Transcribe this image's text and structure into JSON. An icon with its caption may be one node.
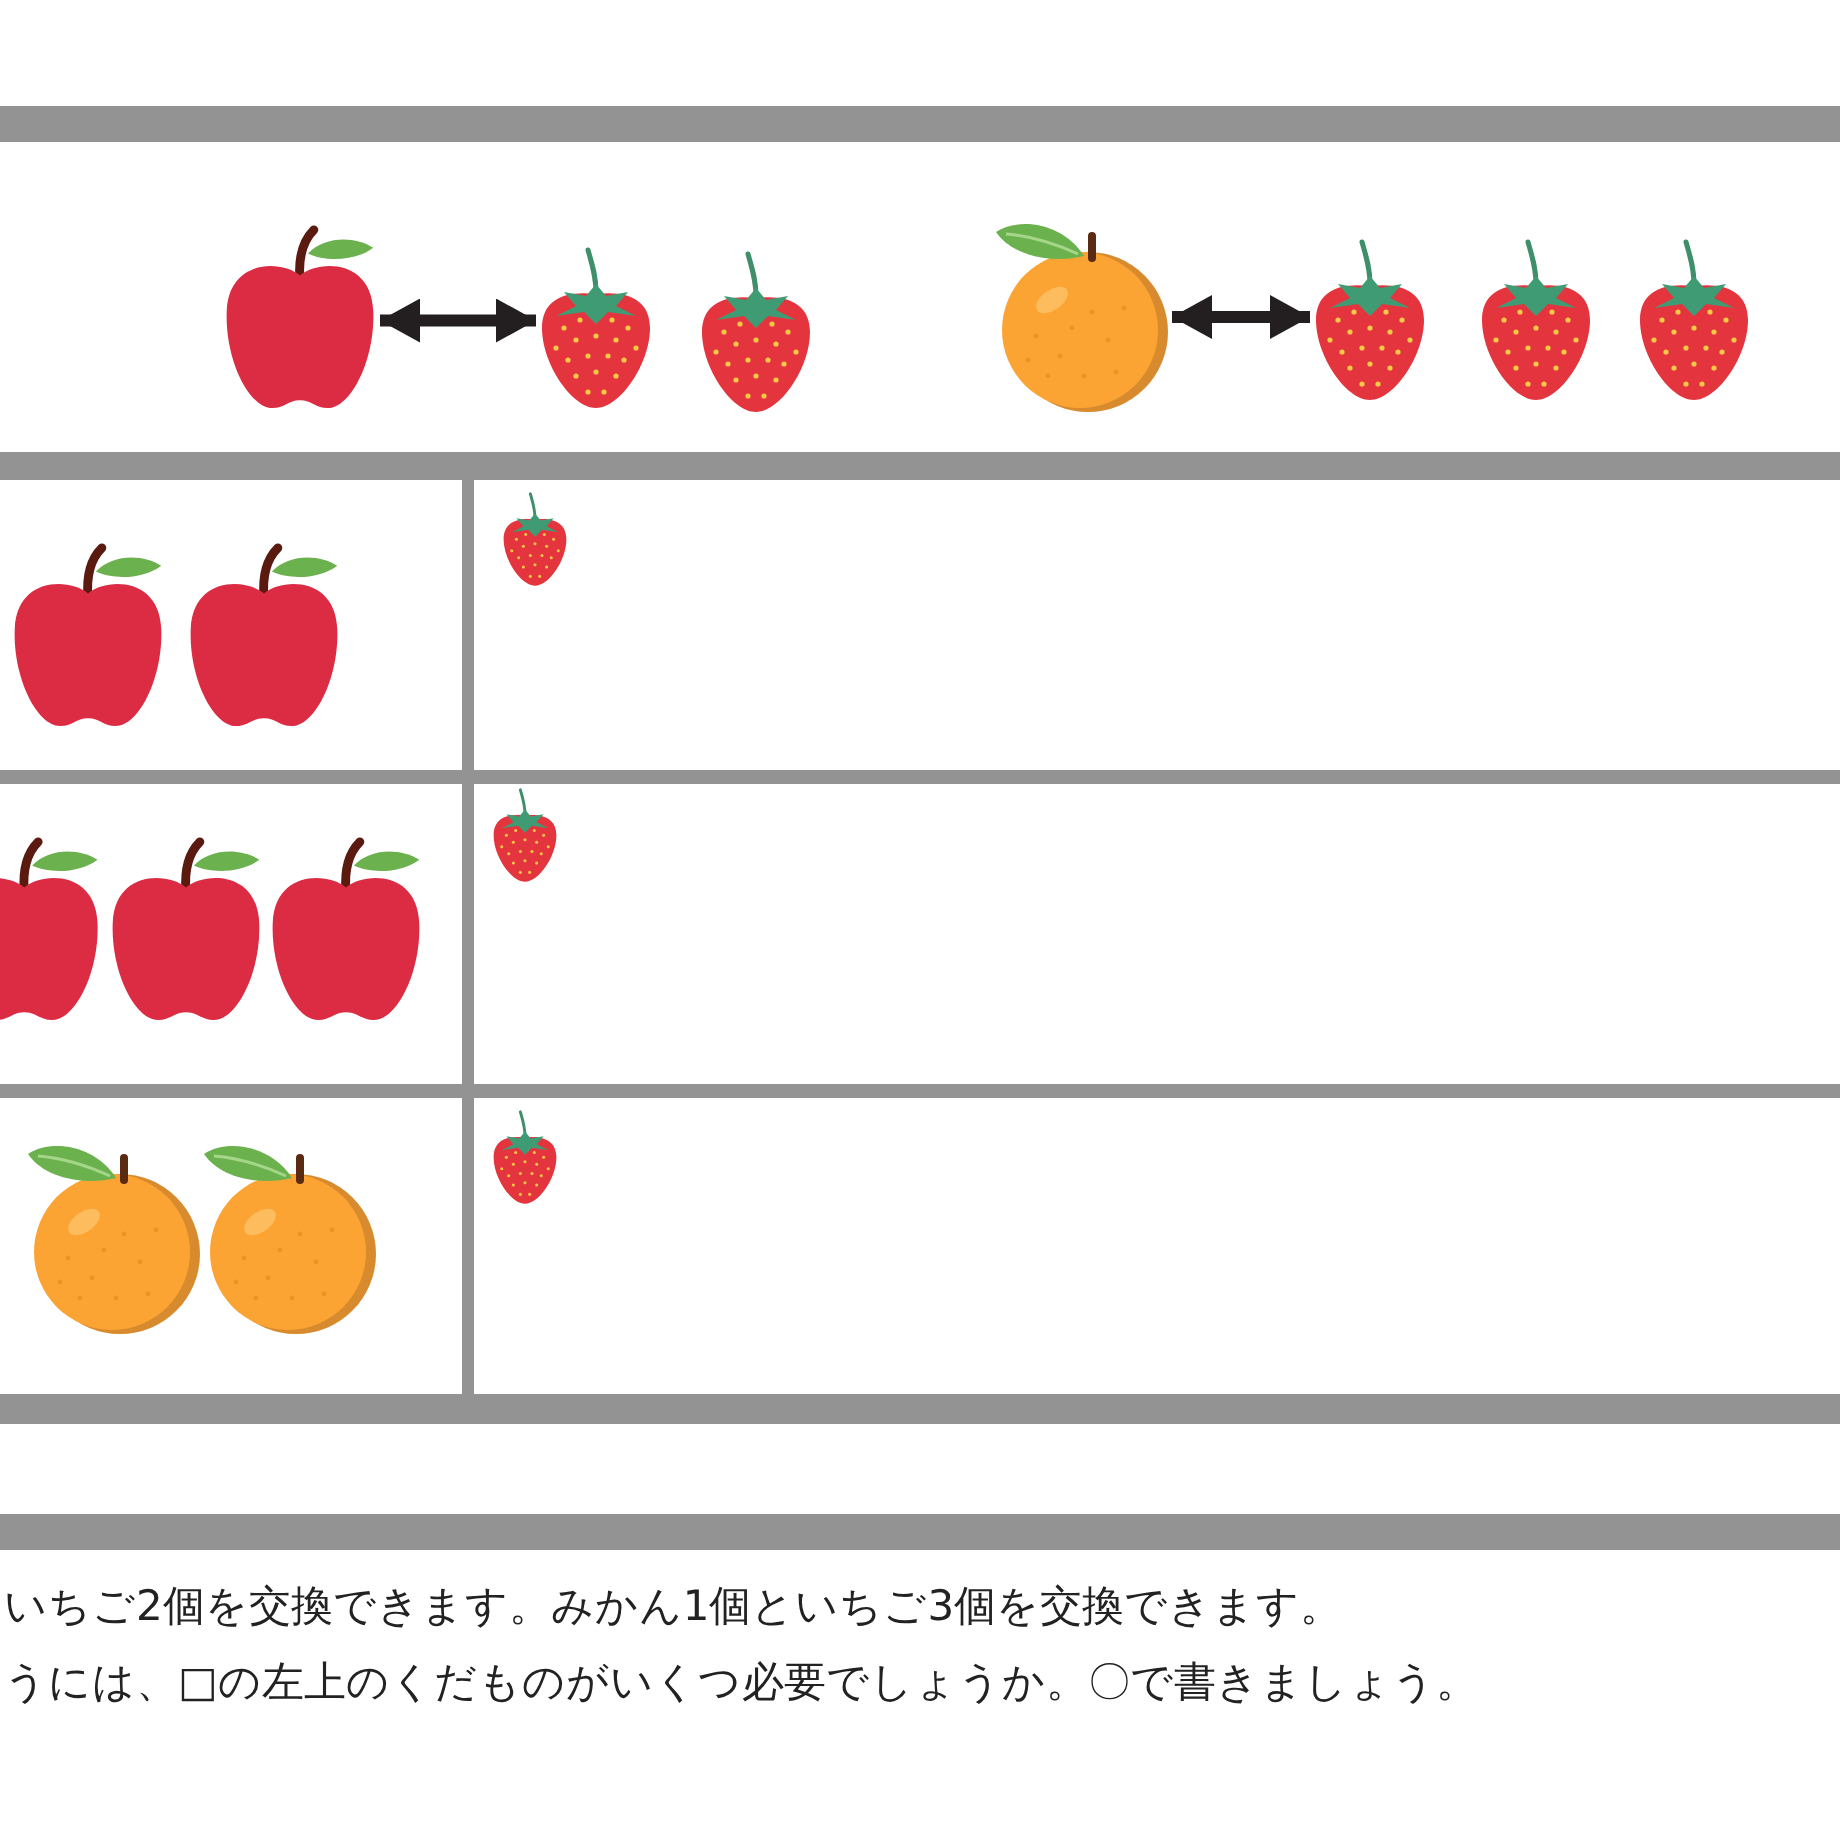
{
  "diagram": {
    "nodes": [
      {
        "text": [],
        "shape": "picture"
      },
      {
        "text": [],
        "shape": "picture"
      },
      {
        "text": [],
        "shape": "picture"
      },
      {
        "text": [],
        "shape": "picture"
      }
    ],
    "edges": [
      {
        "from": 0,
        "to": 1,
        "arrow": "both"
      },
      {
        "from": 2,
        "to": 3,
        "arrow": "both"
      }
    ],
    "labels": [
      "いちご2個を交換できます。みかん1個といちご3個を交換できます。",
      "うには、□の左上のくだものがいくつ必要でしょうか。〇で書きましょう。"
    ]
  }
}
